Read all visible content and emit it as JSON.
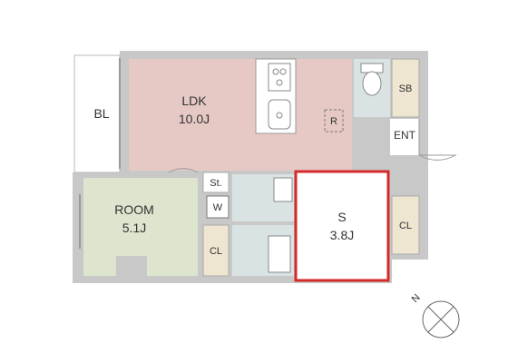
{
  "rooms": {
    "ldk": {
      "name": "LDK",
      "size": "10.0J"
    },
    "room": {
      "name": "ROOM",
      "size": "5.1J"
    },
    "service": {
      "name": "S",
      "size": "3.8J"
    }
  },
  "labels": {
    "balcony": "BL",
    "shoe_box": "SB",
    "entrance": "ENT",
    "refrigerator": "R",
    "storage": "St.",
    "washer": "W",
    "closet_room": "CL",
    "closet_service": "CL"
  },
  "compass": {
    "north": "N"
  },
  "colors": {
    "wall": "#c8c8c8",
    "ldk_floor": "#e6c9c4",
    "room_floor": "#dde5cf",
    "wet_area": "#d9e3e3",
    "closet": "#efe6d2",
    "highlight": "#d42a2a"
  }
}
